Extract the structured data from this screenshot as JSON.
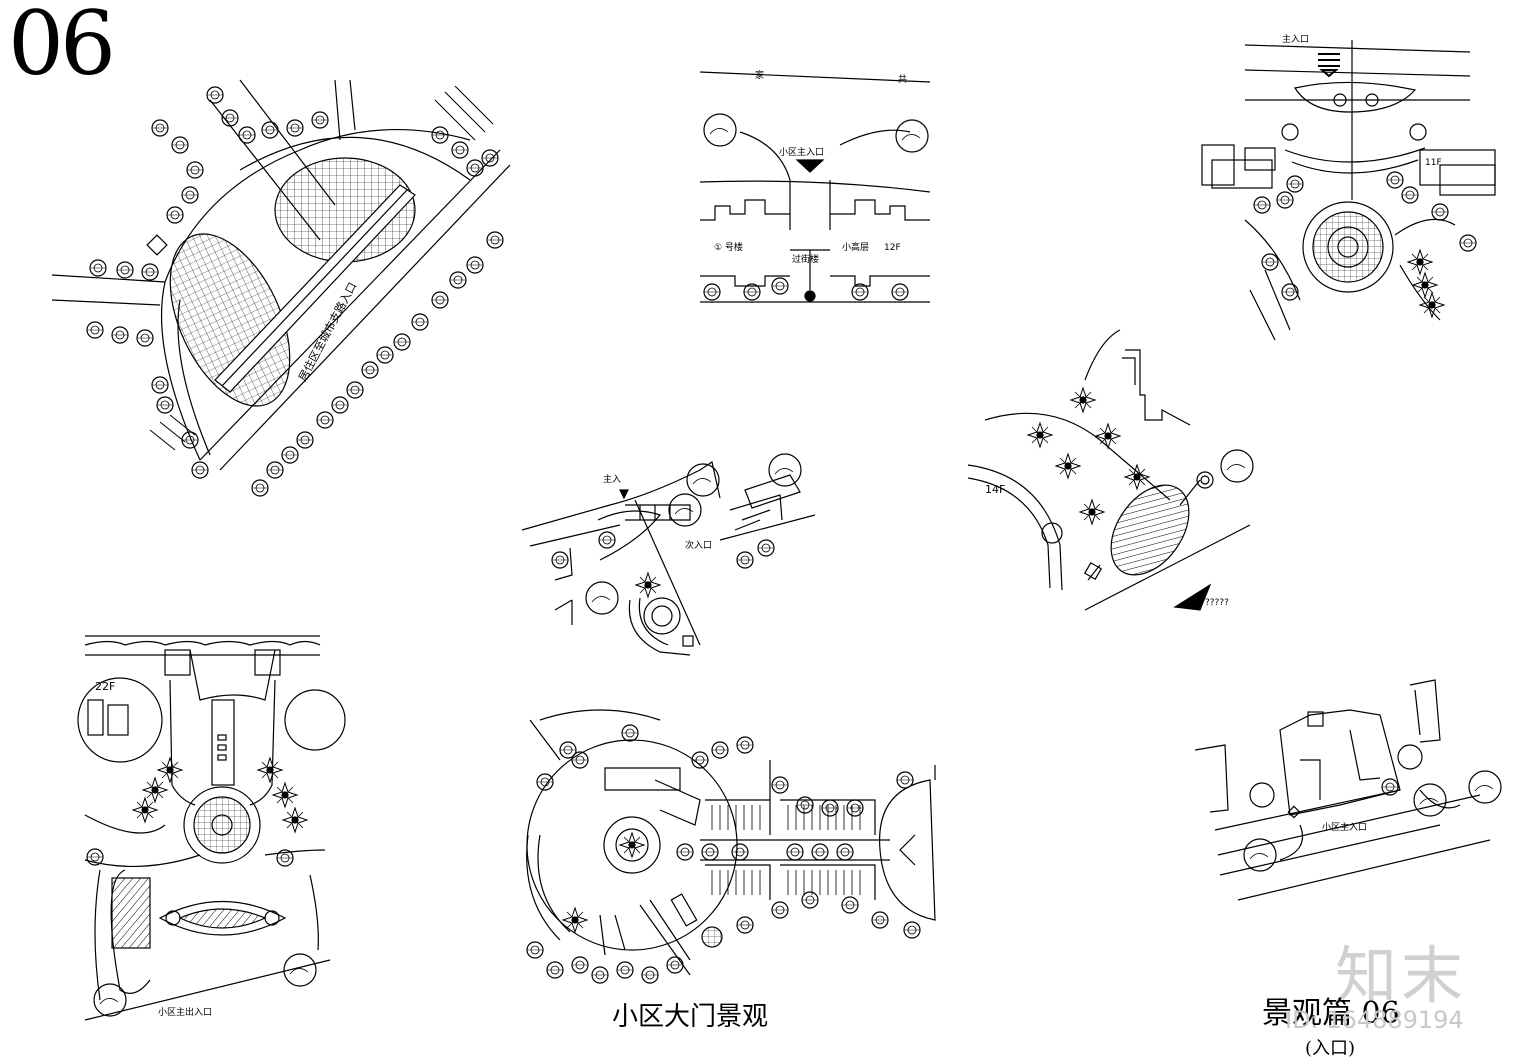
{
  "sheet_number": "06",
  "caption_main": "小区大门景观",
  "caption_right": "景观篇 06",
  "caption_right_sub": "(入口)",
  "watermark": "知末",
  "watermark_id": "ID: 164889194",
  "labels": {
    "p1_road": "居住区至城市支路入口",
    "p2_top_road": "家",
    "p2_top_road2": "共",
    "p2_entrance": "小区主入口",
    "p2_building1": "① 号楼",
    "p2_gatehouse": "过街楼",
    "p2_building2": "小高层",
    "p2_floors": "12F",
    "p3_entrance": "主入口",
    "p3_floors": "11F",
    "p4_top": "主入",
    "p4_side": "次入口",
    "p5_floors": "14F",
    "p5_marks": "?????",
    "p6_floors": "22F",
    "p6_entrance": "小区主出入口",
    "p8_entrance": "小区主入口"
  }
}
